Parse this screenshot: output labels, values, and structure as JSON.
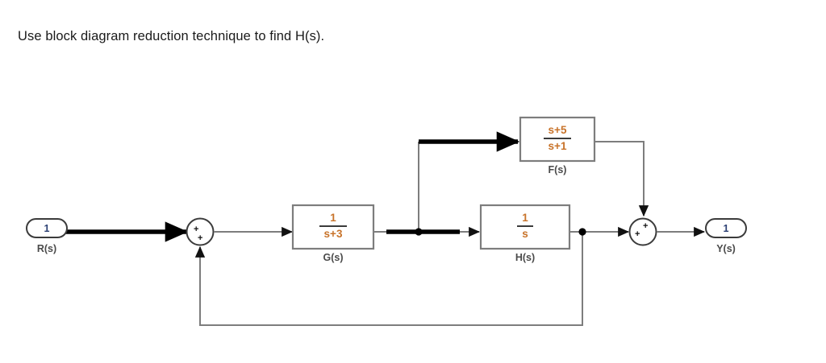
{
  "question": {
    "text": "Use block diagram reduction technique to find H(s)."
  },
  "diagram": {
    "type": "control-system-block-diagram",
    "colors": {
      "line_thin": "#7d7d7d",
      "line_thick": "#000000",
      "block_border": "#7d7d7d",
      "block_fill": "#ffffff",
      "math_text": "#c8732a",
      "label_text": "#4a4a4a",
      "port_number": "#2b3f73",
      "fraction_bar": "#3b3b3b"
    },
    "input_port": {
      "number": "1",
      "label": "R(s)"
    },
    "output_port": {
      "number": "1",
      "label": "Y(s)"
    },
    "blocks": [
      {
        "id": "F",
        "label": "F(s)",
        "numerator": "s+5",
        "denominator": "s+1"
      },
      {
        "id": "G",
        "label": "G(s)",
        "numerator": "1",
        "denominator": "s+3"
      },
      {
        "id": "H",
        "label": "H(s)",
        "numerator": "1",
        "denominator": "s"
      }
    ],
    "summing_junctions": [
      {
        "id": "sum1",
        "signs": [
          "+",
          "+"
        ],
        "inputs": [
          "R(s)",
          "feedback-from-H-output"
        ],
        "output": "G"
      },
      {
        "id": "sum2",
        "signs": [
          "+",
          "+"
        ],
        "inputs": [
          "H-output",
          "F-output"
        ],
        "output": "Y(s)"
      }
    ],
    "branch_points": [
      {
        "id": "branch-after-G",
        "splits_to": [
          "F",
          "H"
        ]
      },
      {
        "id": "branch-after-H",
        "splits_to": [
          "sum2",
          "feedback-to-sum1"
        ]
      }
    ]
  }
}
